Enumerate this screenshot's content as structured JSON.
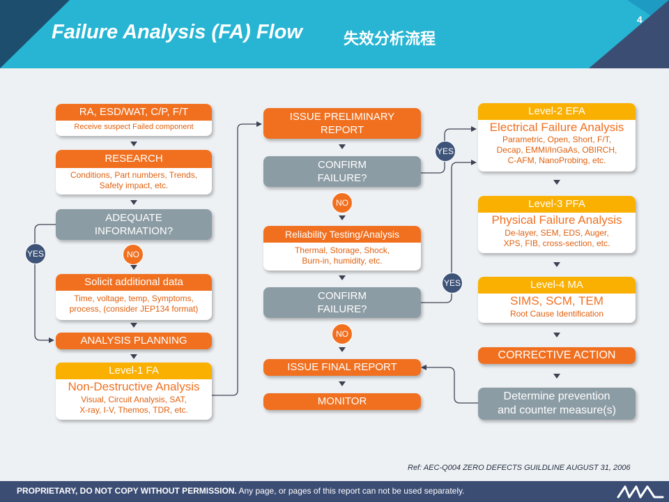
{
  "header": {
    "title": "Failure Analysis (FA) Flow",
    "subtitle": "失效分析流程",
    "page_number": "4"
  },
  "left": {
    "rc": {
      "title": "RA, ESD/WAT, C/P, F/T",
      "desc": "Receive suspect Failed component"
    },
    "research": {
      "title": "RESEARCH",
      "desc1": "Conditions, Part numbers, Trends,",
      "desc2": "Safety impact, etc."
    },
    "adequate": {
      "line1": "ADEQUATE",
      "line2": "INFORMATION?"
    },
    "solicit": {
      "title": "Solicit additional data",
      "desc1": "Time, voltage, temp, Symptoms,",
      "desc2": "process, (consider JEP134 format)"
    },
    "planning": "ANALYSIS  PLANNING",
    "level1": {
      "title": "Level-1  FA",
      "subtitle": "Non-Destructive Analysis",
      "desc1": "Visual, Circuit Analysis, SAT,",
      "desc2": "X-ray, I-V, Themos, TDR, etc."
    }
  },
  "middle": {
    "prelim": {
      "line1": "ISSUE PRELIMINARY",
      "line2": "REPORT"
    },
    "confirm1": {
      "line1": "CONFIRM",
      "line2": "FAILURE?"
    },
    "reliability": {
      "title": "Reliability Testing/Analysis",
      "desc1": "Thermal, Storage, Shock,",
      "desc2": "Burn-in, humidity, etc."
    },
    "confirm2": {
      "line1": "CONFIRM",
      "line2": "FAILURE?"
    },
    "final": "ISSUE FINAL REPORT",
    "monitor": "MONITOR"
  },
  "right": {
    "level2": {
      "title": "Level-2  EFA",
      "subtitle": "Electrical Failure Analysis",
      "desc1": "Parametric, Open, Short, F/T,",
      "desc2": "Decap, EMMI/InGaAs, OBIRCH,",
      "desc3": "C-AFM, NanoProbing, etc."
    },
    "level3": {
      "title": "Level-3  PFA",
      "subtitle": "Physical  Failure Analysis",
      "desc1": "De-layer, SEM, EDS, Auger,",
      "desc2": "XPS, FIB, cross-section, etc."
    },
    "level4": {
      "title": "Level-4  MA",
      "subtitle": "SIMS, SCM, TEM",
      "desc1": "Root Cause Identification"
    },
    "corrective": "CORRECTIVE ACTION",
    "determine": {
      "line1": "Determine prevention",
      "line2": "and counter measure(s)"
    }
  },
  "labels": {
    "yes": "YES",
    "no": "NO"
  },
  "reference": "Ref: AEC-Q004  ZERO DEFECTS GUILDLINE     AUGUST 31, 2006",
  "footer": {
    "bold": "PROPRIETARY, DO NOT COPY WITHOUT PERMISSION.",
    "normal": " Any page, or pages of this report can not be used separately."
  },
  "colors": {
    "orange": "#f07020",
    "yellow": "#f9b000",
    "gray": "#8c9ca4",
    "teal": "#27b5d3",
    "navy": "#3c4d74"
  }
}
